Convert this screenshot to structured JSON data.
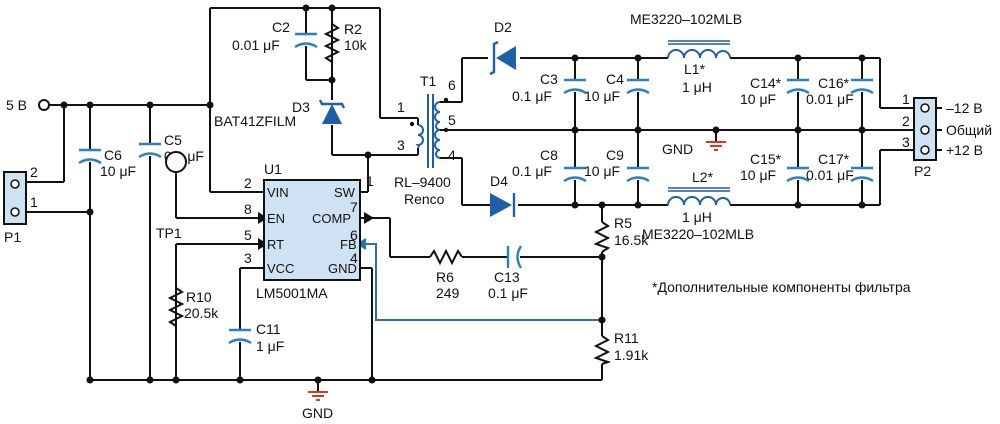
{
  "colors": {
    "wire": "#111111",
    "capacitor": "#2a7fc0",
    "inductor": "#1f5fa8",
    "diode": "#2a6fb0",
    "ground": "#d23b1f",
    "ic_fill": "#cfe2f3",
    "connector_fill": "#cfe2f3"
  },
  "supply": {
    "label": "5 В"
  },
  "ic": {
    "ref": "U1",
    "part": "LM5001MA",
    "pins": {
      "vin": "VIN",
      "sw": "SW",
      "en": "EN",
      "comp": "COMP",
      "rt": "RT",
      "fb": "FB",
      "vcc": "VCC",
      "gnd": "GND"
    },
    "pin_numbers": {
      "vin": "2",
      "sw": "1",
      "en": "8",
      "comp": "7",
      "rt": "5",
      "fb": "6",
      "vcc": "3",
      "gnd": "4"
    }
  },
  "test_point": {
    "ref": "TP1"
  },
  "transformer": {
    "ref": "T1",
    "part": "RL–9400",
    "maker": "Renco",
    "pins": {
      "p1": "1",
      "p3": "3",
      "p4": "4",
      "p5": "5",
      "p6": "6"
    }
  },
  "diodes": {
    "d2": {
      "ref": "D2"
    },
    "d3": {
      "ref": "D3",
      "part": "BAT41ZFILM"
    },
    "d4": {
      "ref": "D4"
    }
  },
  "inductors": {
    "l1": {
      "ref": "L1*",
      "value": "1 μH",
      "part": "ME3220–102MLB"
    },
    "l2": {
      "ref": "L2*",
      "value": "1 μH",
      "part": "ME3220–102MLB"
    }
  },
  "capacitors": {
    "c2": {
      "ref": "C2",
      "value": "0.01 μF"
    },
    "c3": {
      "ref": "C3",
      "value": "0.1 μF"
    },
    "c4": {
      "ref": "C4",
      "value": "10 μF"
    },
    "c5": {
      "ref": "C5",
      "value": "0.1 μF"
    },
    "c6": {
      "ref": "C6",
      "value": "10 μF"
    },
    "c8": {
      "ref": "C8",
      "value": "0.1 μF"
    },
    "c9": {
      "ref": "C9",
      "value": "10 μF"
    },
    "c11": {
      "ref": "C11",
      "value": "1 μF"
    },
    "c13": {
      "ref": "C13",
      "value": "0.1 μF"
    },
    "c14": {
      "ref": "C14*",
      "value": "10 μF"
    },
    "c15": {
      "ref": "C15*",
      "value": "10 μF"
    },
    "c16": {
      "ref": "C16*",
      "value": "0.01 μF"
    },
    "c17": {
      "ref": "C17*",
      "value": "0.01 μF"
    }
  },
  "resistors": {
    "r2": {
      "ref": "R2",
      "value": "10k"
    },
    "r5": {
      "ref": "R5",
      "value": "16.5k"
    },
    "r6": {
      "ref": "R6",
      "value": "249"
    },
    "r10": {
      "ref": "R10",
      "value": "20.5k"
    },
    "r11": {
      "ref": "R11",
      "value": "1.91k"
    }
  },
  "connectors": {
    "p1": {
      "ref": "P1",
      "pin1": "1",
      "pin2": "2"
    },
    "p2": {
      "ref": "P2",
      "pin1": "1",
      "pin2": "2",
      "pin3": "3",
      "out1": "–12 В",
      "out2": "Общий",
      "out3": "+12 В"
    }
  },
  "ground_labels": {
    "main": "GND",
    "secondary": "GND"
  },
  "note": "*Дополнительные компоненты фильтра"
}
